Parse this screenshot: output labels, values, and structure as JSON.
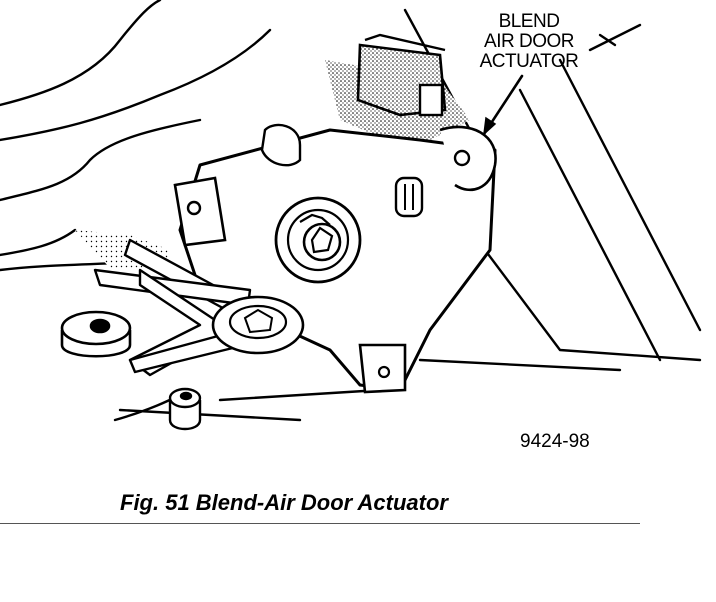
{
  "callout": {
    "line1": "BLEND",
    "line2": "AIR DOOR",
    "line3": "ACTUATOR"
  },
  "figure_number": "9424-98",
  "caption": "Fig. 51 Blend-Air Door Actuator"
}
